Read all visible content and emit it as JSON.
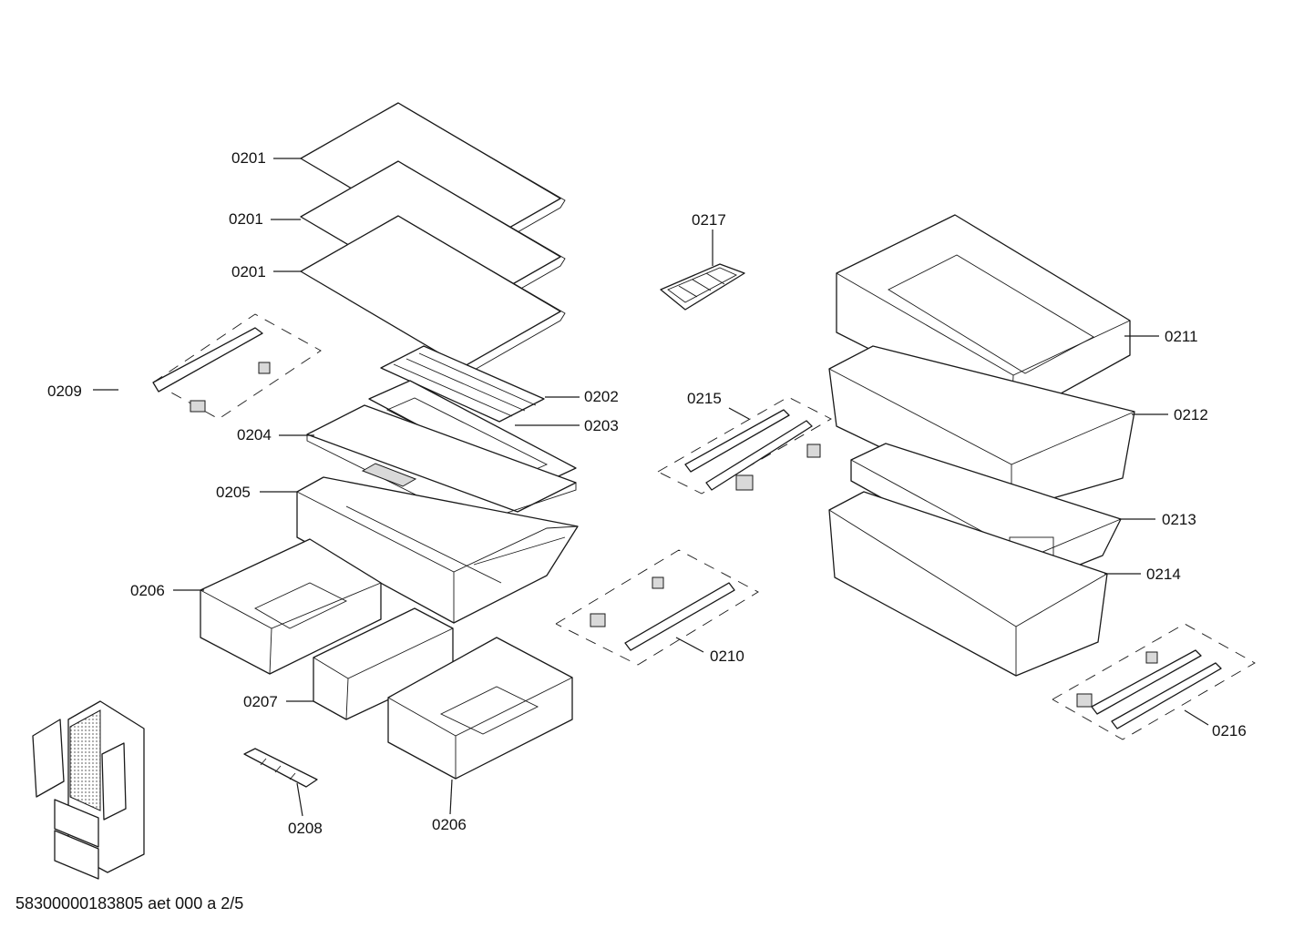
{
  "diagram": {
    "callouts": [
      {
        "id": "c1",
        "text": "0201"
      },
      {
        "id": "c2",
        "text": "0201"
      },
      {
        "id": "c3",
        "text": "0201"
      },
      {
        "id": "c4",
        "text": "0202"
      },
      {
        "id": "c5",
        "text": "0203"
      },
      {
        "id": "c6",
        "text": "0204"
      },
      {
        "id": "c7",
        "text": "0205"
      },
      {
        "id": "c8",
        "text": "0206"
      },
      {
        "id": "c9",
        "text": "0206"
      },
      {
        "id": "c10",
        "text": "0207"
      },
      {
        "id": "c11",
        "text": "0208"
      },
      {
        "id": "c12",
        "text": "0209"
      },
      {
        "id": "c13",
        "text": "0210"
      },
      {
        "id": "c14",
        "text": "0211"
      },
      {
        "id": "c15",
        "text": "0212"
      },
      {
        "id": "c16",
        "text": "0213"
      },
      {
        "id": "c17",
        "text": "0214"
      },
      {
        "id": "c18",
        "text": "0215"
      },
      {
        "id": "c19",
        "text": "0216"
      },
      {
        "id": "c20",
        "text": "0217"
      }
    ],
    "footer": "58300000183805 aet 000 a 2/5"
  }
}
